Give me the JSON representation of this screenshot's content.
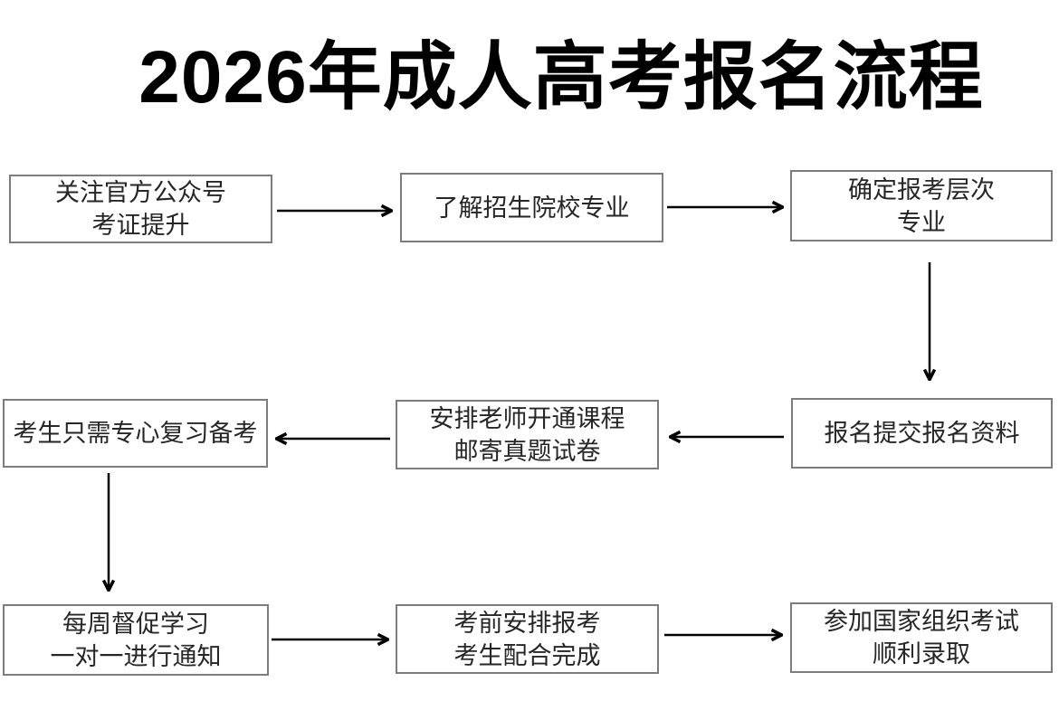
{
  "title": "2026年成人高考报名流程",
  "colors": {
    "background": "#ffffff",
    "box_border": "#7d7d7d",
    "box_text": "#262626",
    "title_text": "#000000",
    "arrow": "#000000"
  },
  "flow": {
    "steps": [
      {
        "id": 1,
        "lines": [
          "关注官方公众号",
          "考证提升"
        ]
      },
      {
        "id": 2,
        "lines": [
          "了解招生院校专业"
        ]
      },
      {
        "id": 3,
        "lines": [
          "确定报考层次",
          "专业"
        ]
      },
      {
        "id": 4,
        "lines": [
          "报名提交报名资料"
        ]
      },
      {
        "id": 5,
        "lines": [
          "安排老师开通课程",
          "邮寄真题试卷"
        ]
      },
      {
        "id": 6,
        "lines": [
          "考生只需专心复习备考"
        ]
      },
      {
        "id": 7,
        "lines": [
          "每周督促学习",
          "一对一进行通知"
        ]
      },
      {
        "id": 8,
        "lines": [
          "考前安排报考",
          "考生配合完成"
        ]
      },
      {
        "id": 9,
        "lines": [
          "参加国家组织考试",
          "顺利录取"
        ]
      }
    ],
    "connections": [
      "step1->step2",
      "step2->step3",
      "step3->step4",
      "step4->step5",
      "step5->step6",
      "step6->step7",
      "step7->step8",
      "step8->step9"
    ]
  }
}
